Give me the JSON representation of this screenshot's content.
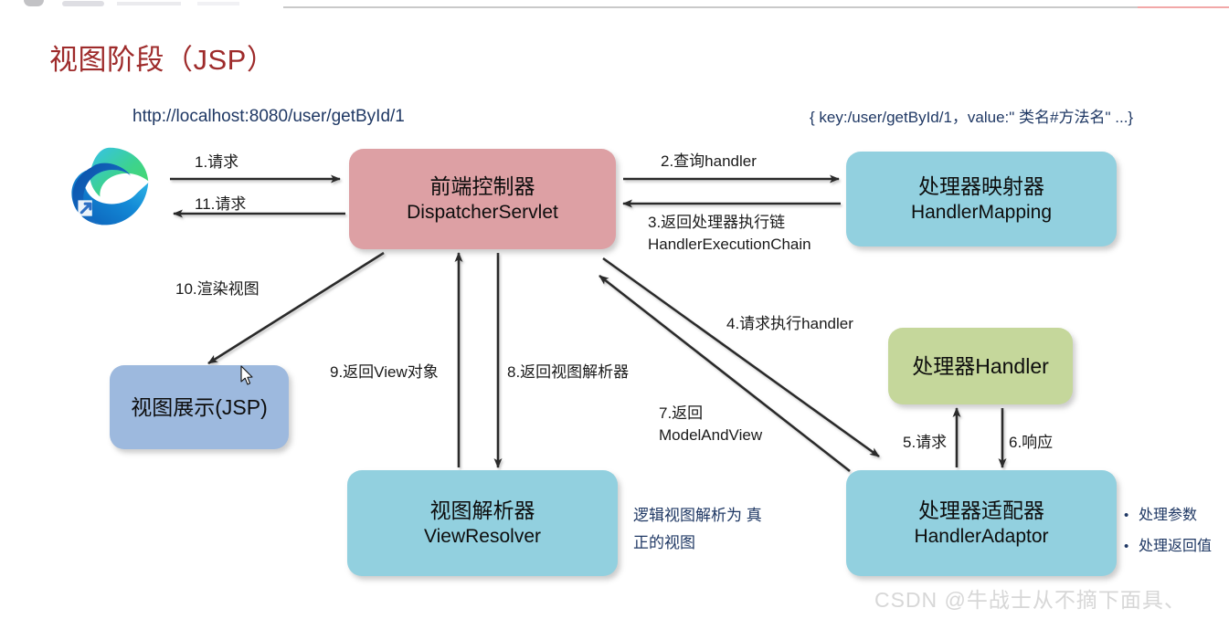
{
  "slide": {
    "title": "视图阶段（JSP）",
    "title_color": "#9E2B2B",
    "watermark": "CSDN @牛战士从不摘下面具、"
  },
  "annotations": {
    "url": "http://localhost:8080/user/getById/1",
    "key_value": "{ key:/user/getById/1，value:\" 类名#方法名\" ...}",
    "view_resolve_note": "逻辑视图解析为 真正的视图",
    "bullets": [
      "处理参数",
      "处理返回值"
    ],
    "annotation_color": "#1F3864"
  },
  "nodes": [
    {
      "id": "browser",
      "icon": "edge-browser-icon",
      "label": "",
      "color": ""
    },
    {
      "id": "dispatcher",
      "cn": "前端控制器",
      "en": "DispatcherServlet",
      "color": "#DDA0A4"
    },
    {
      "id": "handler_mapping",
      "cn": "处理器映射器",
      "en": "HandlerMapping",
      "color": "#92D0DF"
    },
    {
      "id": "view_jsp",
      "cn": "视图展示(JSP)",
      "en": "",
      "color": "#9DB9DE"
    },
    {
      "id": "handler",
      "cn": "处理器Handler",
      "en": "",
      "color": "#C5D79B"
    },
    {
      "id": "view_resolver",
      "cn": "视图解析器",
      "en": "ViewResolver",
      "color": "#92D0DF"
    },
    {
      "id": "handler_adaptor",
      "cn": "处理器适配器",
      "en": "HandlerAdaptor",
      "color": "#92D0DF"
    }
  ],
  "edges": [
    {
      "n": "1",
      "label": "1.请求",
      "from": "browser",
      "to": "dispatcher"
    },
    {
      "n": "11",
      "label": "11.请求",
      "from": "dispatcher",
      "to": "browser"
    },
    {
      "n": "2",
      "label": "2.查询handler",
      "from": "dispatcher",
      "to": "handler_mapping"
    },
    {
      "n": "3",
      "label": "3.返回处理器执行链",
      "label2": "HandlerExecutionChain",
      "from": "handler_mapping",
      "to": "dispatcher"
    },
    {
      "n": "10",
      "label": "10.渲染视图",
      "from": "dispatcher",
      "to": "view_jsp"
    },
    {
      "n": "9",
      "label": "9.返回View对象",
      "from": "view_resolver",
      "to": "dispatcher"
    },
    {
      "n": "8",
      "label": "8.返回视图解析器",
      "from": "dispatcher",
      "to": "view_resolver"
    },
    {
      "n": "4",
      "label": "4.请求执行handler",
      "from": "dispatcher",
      "to": "handler_adaptor"
    },
    {
      "n": "7",
      "label": "7.返回",
      "label2": "ModelAndView",
      "from": "handler_adaptor",
      "to": "dispatcher"
    },
    {
      "n": "5",
      "label": "5.请求",
      "from": "handler_adaptor",
      "to": "handler"
    },
    {
      "n": "6",
      "label": "6.响应",
      "from": "handler",
      "to": "handler_adaptor"
    }
  ]
}
